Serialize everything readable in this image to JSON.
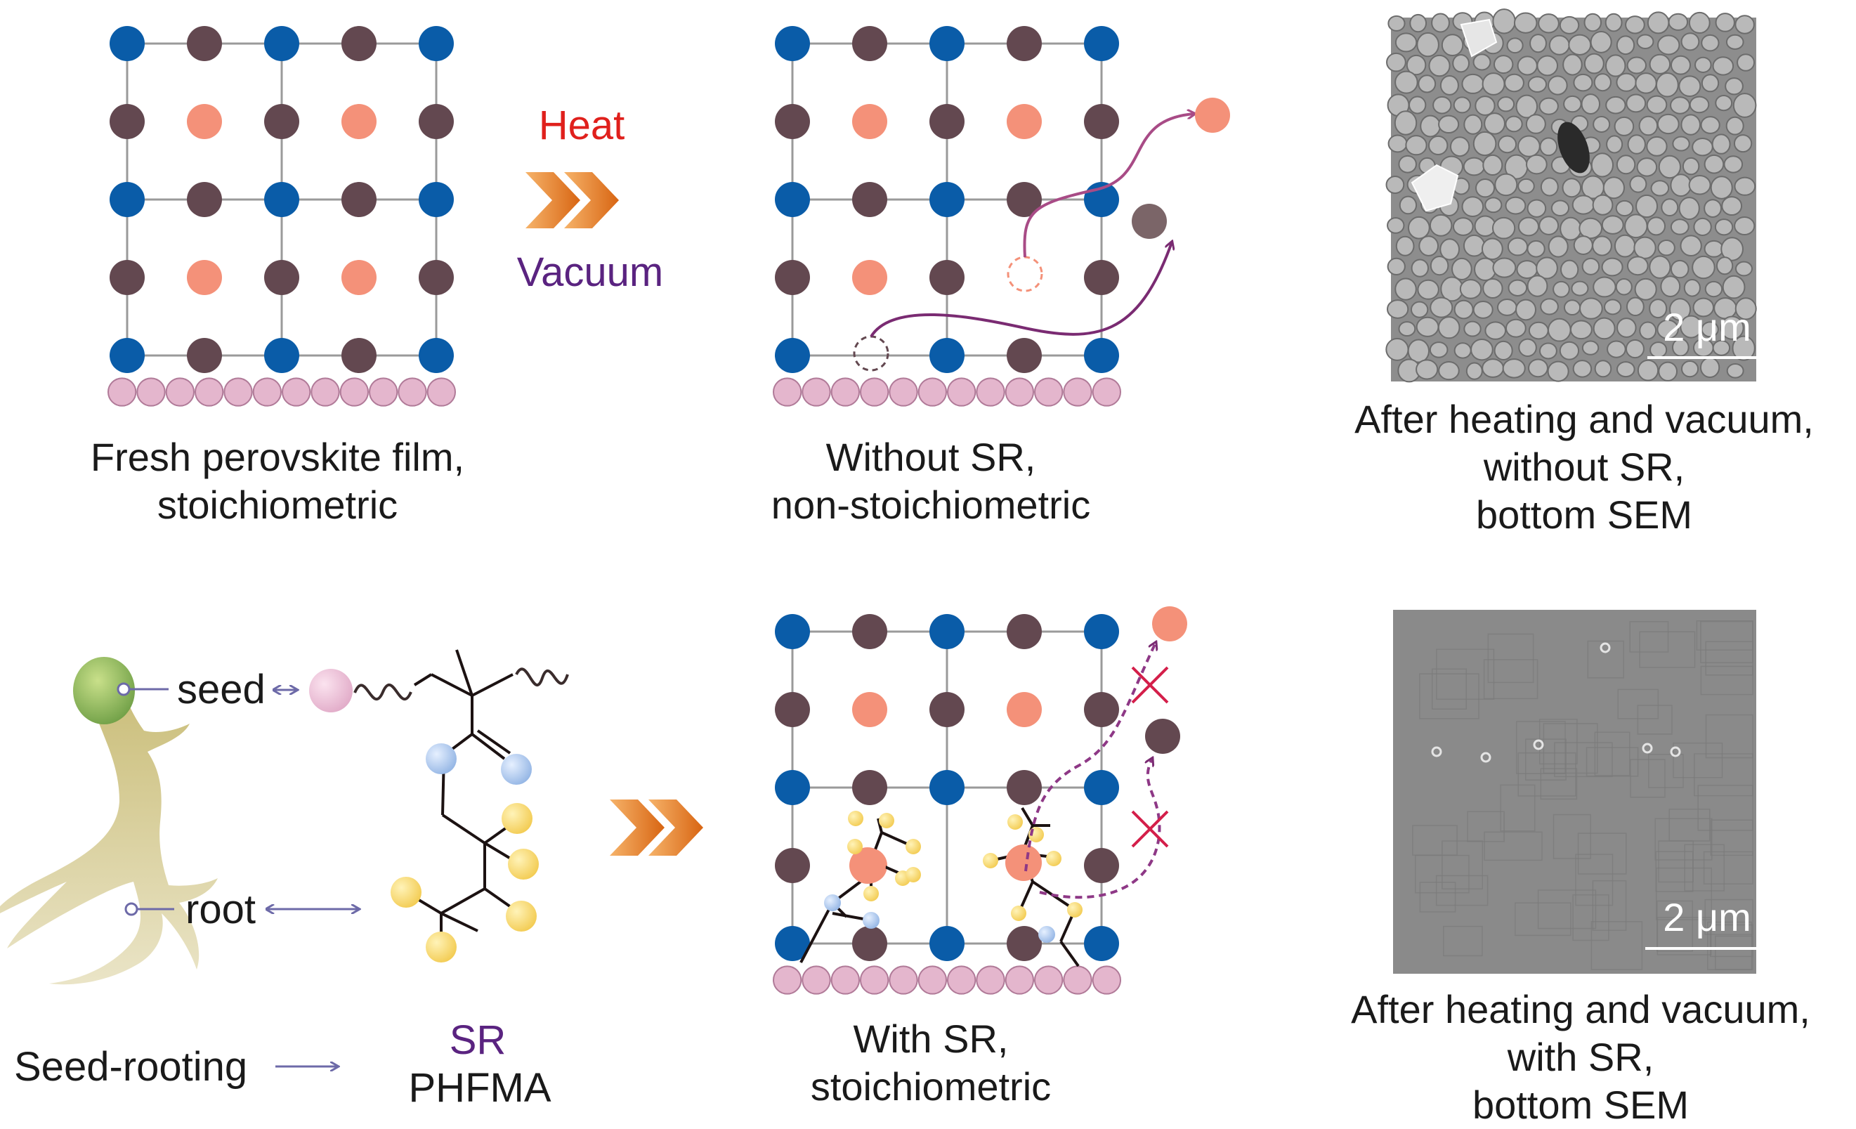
{
  "colors": {
    "blue": "#0a5ca8",
    "brown": "#634850",
    "salmon": "#f49179",
    "pink": "#e4b6cd",
    "purple": "#6b1f6e",
    "heat_red": "#e0201c",
    "vacuum_purple": "#5a2380",
    "grid": "#9a9a9a",
    "orange_arrow": "#e87f22",
    "yellow": "#f8d66b",
    "lightblue": "#a9c4ea",
    "cross_red": "#d41f4a"
  },
  "arrow_labels": {
    "heat": "Heat",
    "vacuum": "Vacuum"
  },
  "panels": {
    "fresh": {
      "line1": "Fresh perovskite film,",
      "line2": "stoichiometric"
    },
    "without_sr": {
      "line1": "Without SR,",
      "line2": "non-stoichiometric"
    },
    "with_sr": {
      "line1": "With SR,",
      "line2": "stoichiometric"
    }
  },
  "sem": {
    "top": {
      "line1": "After heating and vacuum,",
      "line2": "without SR,",
      "line3": "bottom SEM",
      "scale": "2 μm"
    },
    "bottom": {
      "line1": "After heating and vacuum,",
      "line2": "with SR,",
      "line3": "bottom SEM",
      "scale": "2 μm"
    }
  },
  "legend": {
    "seed": "seed",
    "root": "root",
    "seed_rooting": "Seed-rooting",
    "sr": "SR",
    "phfma": "PHFMA"
  }
}
